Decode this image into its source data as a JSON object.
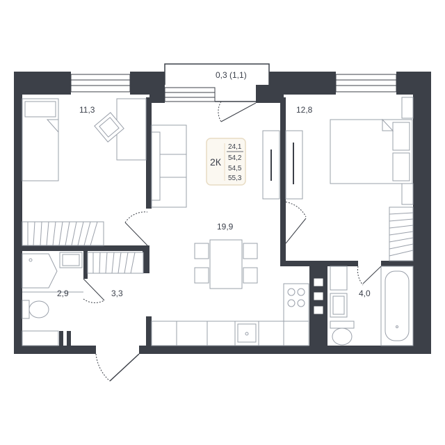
{
  "plan": {
    "unit_type": "2К",
    "areas": [
      "24,1",
      "54,2",
      "54,5",
      "55,3"
    ],
    "rooms": {
      "balcony": "0,3 (1,1)",
      "bedroom_left": "11,3",
      "bedroom_right": "12,8",
      "living_kitchen": "19,9",
      "bathroom": "2,9",
      "hall": "3,3",
      "bath_right": "4,0"
    }
  },
  "colors": {
    "wall": "#3c4048",
    "line": "#9aa0aa",
    "badge_border": "#e8dcc4",
    "badge_bg": "#fbf8f1",
    "text": "#3a3f4a"
  }
}
